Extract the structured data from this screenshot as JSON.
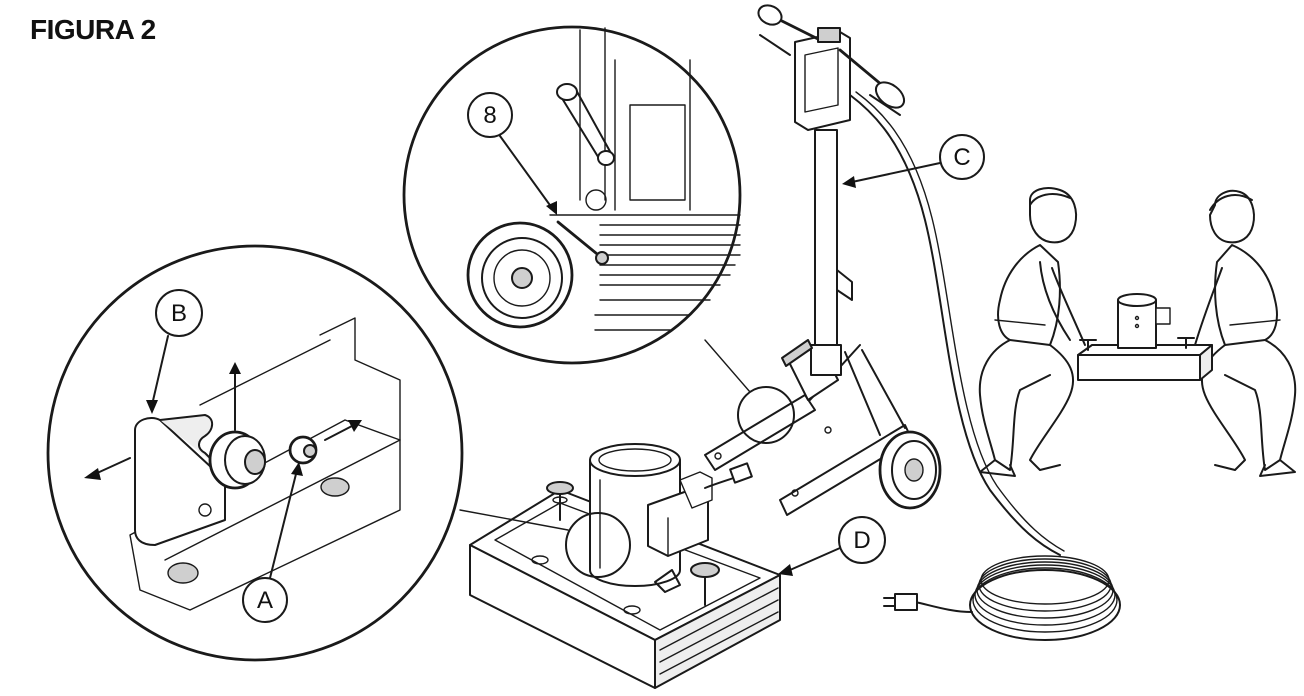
{
  "figure": {
    "title": "FIGURA 2"
  },
  "callouts": {
    "a": "A",
    "b": "B",
    "c": "C",
    "d": "D",
    "eight": "8"
  }
}
